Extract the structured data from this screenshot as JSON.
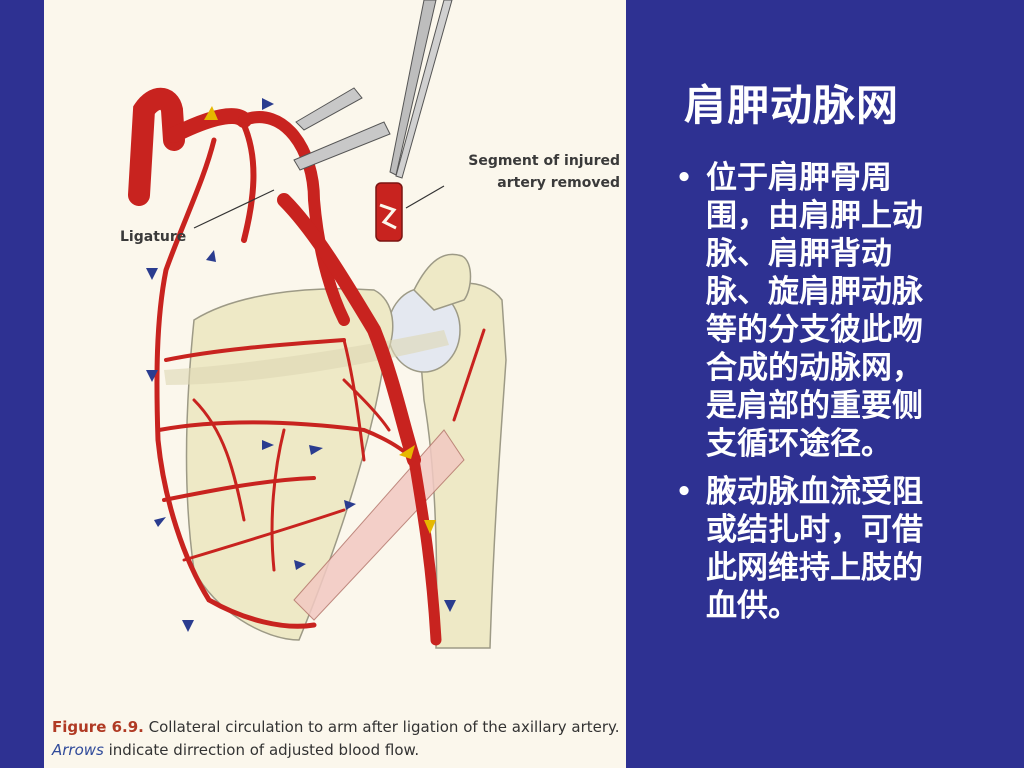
{
  "figure": {
    "segment_label_line1": "Segment of injured",
    "segment_label_line2": "artery removed",
    "ligature_label": "Ligature",
    "caption_figure_number": "Figure 6.9.",
    "caption_part1": " Collateral circulation to arm after ligation of the axillary artery. ",
    "caption_arrows_word": "Arrows",
    "caption_part2": " indicate dirrection of  adjusted blood flow.",
    "colors": {
      "artery": "#c8231f",
      "bone": "#eee9c6",
      "bone_outline": "#9d9a86",
      "arrow": "#2a3c8f",
      "flow_arrow": "#e6b800"
    }
  },
  "slide": {
    "title": "肩胛动脉网",
    "bullets": [
      "位于肩胛骨周围，由肩胛上动脉、肩胛背动脉、旋肩胛动脉等的分支彼此吻合成的动脉网，是肩部的重要侧支循环途径。",
      "腋动脉血流受阻或结扎时，可借此网维持上肢的血供。"
    ],
    "bullet_symbol": "•",
    "background_color": "#2e3192",
    "text_color": "#ffffff"
  }
}
